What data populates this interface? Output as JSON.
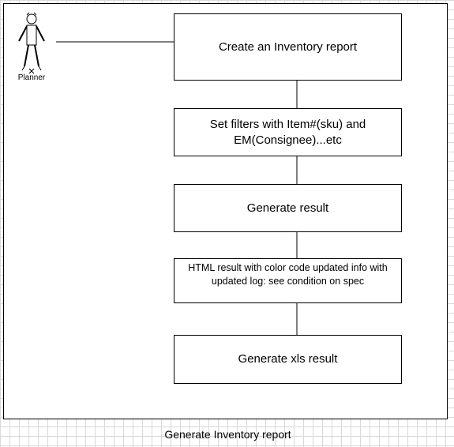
{
  "actor": {
    "label": "Planner",
    "icon": "stick-figure-icon"
  },
  "steps": [
    {
      "text": "Create an Inventory report"
    },
    {
      "text": "Set filters with Item#(sku) and EM(Consignee)...etc"
    },
    {
      "text": "Generate result"
    },
    {
      "text": "HTML result with color code updated info with updated log: see condition on spec"
    },
    {
      "text": "Generate xls result"
    }
  ],
  "caption": "Generate Inventory report"
}
